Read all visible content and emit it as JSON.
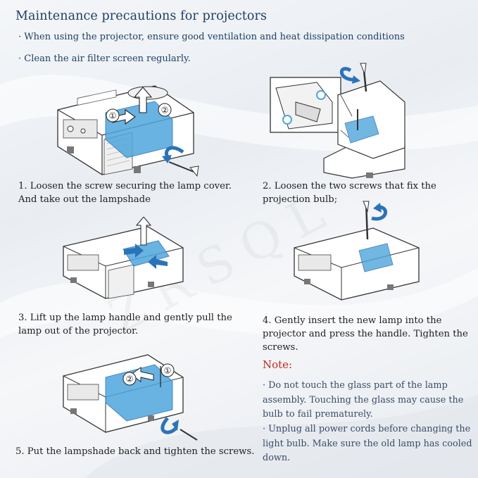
{
  "header": {
    "title": "Maintenance precautions for projectors",
    "bullets": [
      "· When using the projector, ensure good ventilation and heat dissipation conditions",
      "· Clean the air filter screen regularly."
    ]
  },
  "steps": [
    {
      "lines": [
        "1. Loosen the screw securing the lamp cover.",
        "And take out the lampshade"
      ],
      "markers": [
        "①",
        "②"
      ]
    },
    {
      "lines": [
        "2. Loosen the two screws that fix the",
        "projection bulb;"
      ]
    },
    {
      "lines": [
        "3. Lift up the lamp handle and gently pull the",
        "lamp out of the projector."
      ]
    },
    {
      "lines": [
        "4. Gently insert the new lamp into the",
        "projector and press the handle. Tighten the",
        "screws."
      ]
    },
    {
      "lines": [
        "5. Put the lampshade back and tighten the screws."
      ],
      "markers": [
        "②",
        "①"
      ]
    }
  ],
  "note": {
    "title": "Note:",
    "items": [
      [
        "· Do not touch the glass part of the lamp",
        "assembly. Touching the glass may cause the",
        "bulb to fail prematurely."
      ],
      [
        "· Unplug all power cords before changing the",
        "light bulb. Make sure the old lamp has cooled",
        "down."
      ]
    ]
  },
  "colors": {
    "title": "#1f3f62",
    "note_title": "#c8261f",
    "highlight": "#4ea6dc",
    "arrow": "#2b73b8"
  },
  "watermark": "ZRSQL"
}
